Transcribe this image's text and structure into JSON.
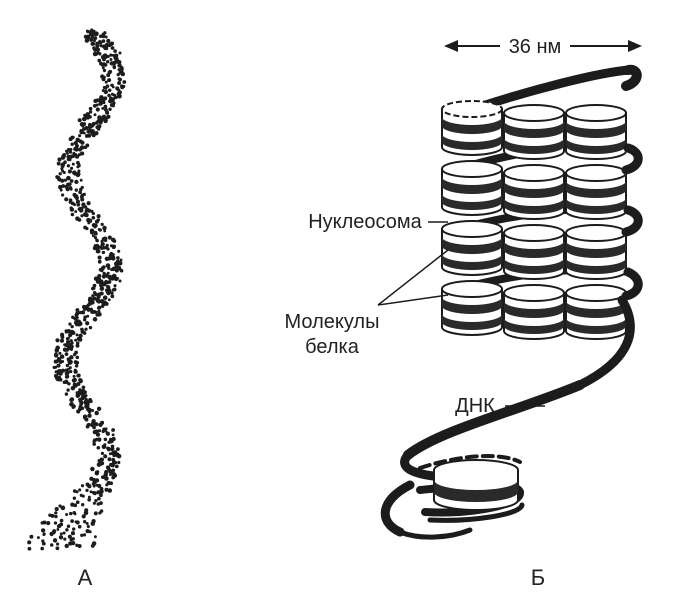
{
  "labels": {
    "panel_a": "А",
    "panel_b": "Б",
    "width": "36 нм",
    "nucleosome": "Нуклеосома",
    "protein_line1": "Молекулы",
    "protein_line2": "белка",
    "dna": "ДНК"
  },
  "colors": {
    "ink": "#1c1c1c",
    "background": "#ffffff",
    "band": "#2a2a2a"
  }
}
